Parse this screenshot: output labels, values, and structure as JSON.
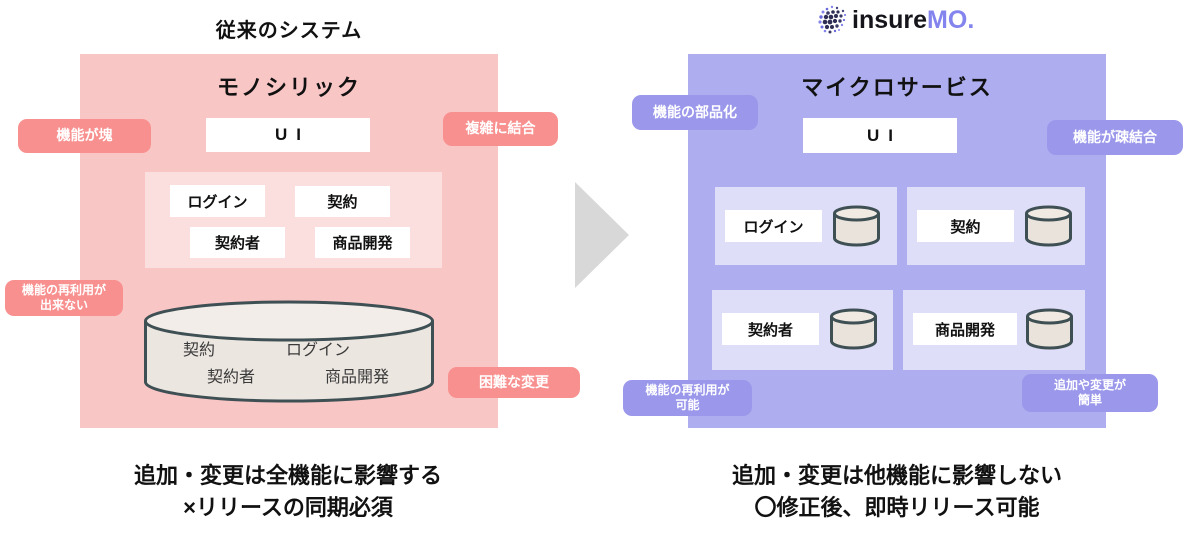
{
  "left": {
    "title": "従来のシステム",
    "box_title": "モノシリック",
    "ui_label": "UI",
    "modules": [
      "ログイン",
      "契約",
      "契約者",
      "商品開発"
    ],
    "db_items": [
      "契約",
      "ログイン",
      "契約者",
      "商品開発"
    ],
    "badges": {
      "top_left": "機能が塊",
      "top_right": "複雑に結合",
      "bottom_left": "機能の再利用が\n出来ない",
      "bottom_right": "困難な変更"
    },
    "caption": [
      "追加・変更は全機能に影響する",
      "×リリースの同期必須"
    ]
  },
  "right": {
    "logo": {
      "word1": "insure",
      "word2": "MO",
      "dot": "."
    },
    "box_title": "マイクロサービス",
    "ui_label": "UI",
    "services": [
      "ログイン",
      "契約",
      "契約者",
      "商品開発"
    ],
    "badges": {
      "top_left": "機能の部品化",
      "top_right": "機能が疎結合",
      "bottom_left": "機能の再利用が\n可能",
      "bottom_right": "追加や変更が\n簡単"
    },
    "caption": [
      "追加・変更は他機能に影響しない",
      "〇修正後、即時リリース可能"
    ]
  },
  "colors": {
    "mono_box": "#f9c6c6",
    "mono_inner": "#fbdede",
    "mono_badge": "#f8908f",
    "micro_box": "#adadef",
    "micro_card": "#dfdef8",
    "micro_badge": "#9b98eb",
    "cylinder_fill": "#ece6e1",
    "cylinder_stroke": "#3f5054",
    "arrow": "#d8d8d8",
    "logo_dark": "#15151b",
    "logo_purple": "#8484ee"
  }
}
